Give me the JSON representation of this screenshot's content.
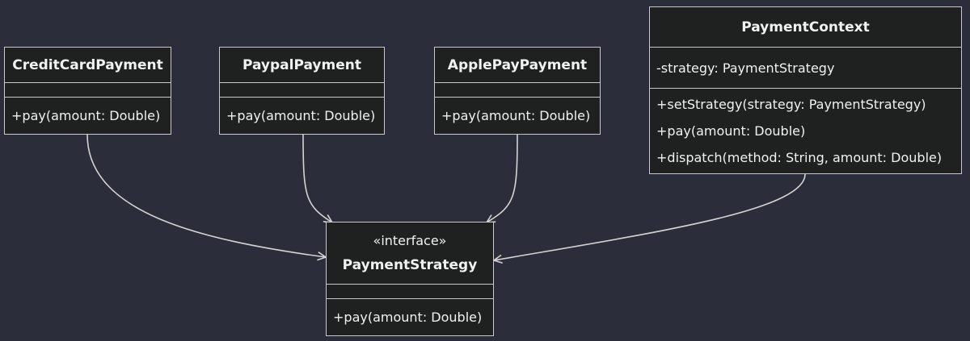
{
  "diagram": {
    "classes": {
      "credit_card_payment": {
        "name": "CreditCardPayment",
        "attributes": [],
        "methods": [
          "+pay(amount: Double)"
        ]
      },
      "paypal_payment": {
        "name": "PaypalPayment",
        "attributes": [],
        "methods": [
          "+pay(amount: Double)"
        ]
      },
      "apple_pay_payment": {
        "name": "ApplePayPayment",
        "attributes": [],
        "methods": [
          "+pay(amount: Double)"
        ]
      },
      "payment_context": {
        "name": "PaymentContext",
        "attributes": [
          "-strategy: PaymentStrategy"
        ],
        "methods": [
          "+setStrategy(strategy: PaymentStrategy)",
          "+pay(amount: Double)",
          "+dispatch(method: String, amount: Double)"
        ]
      },
      "payment_strategy": {
        "stereotype": "«interface»",
        "name": "PaymentStrategy",
        "attributes": [],
        "methods": [
          "+pay(amount: Double)"
        ]
      }
    },
    "relationships": [
      {
        "from": "CreditCardPayment",
        "to": "PaymentStrategy"
      },
      {
        "from": "PaypalPayment",
        "to": "PaymentStrategy"
      },
      {
        "from": "ApplePayPayment",
        "to": "PaymentStrategy"
      },
      {
        "from": "PaymentContext",
        "to": "PaymentStrategy"
      }
    ],
    "colors": {
      "background": "#2b2d3a",
      "box_fill": "#1f2020",
      "box_border": "#c9c9c9",
      "text": "#f1f1f1",
      "connector": "#d4d4d4"
    }
  }
}
